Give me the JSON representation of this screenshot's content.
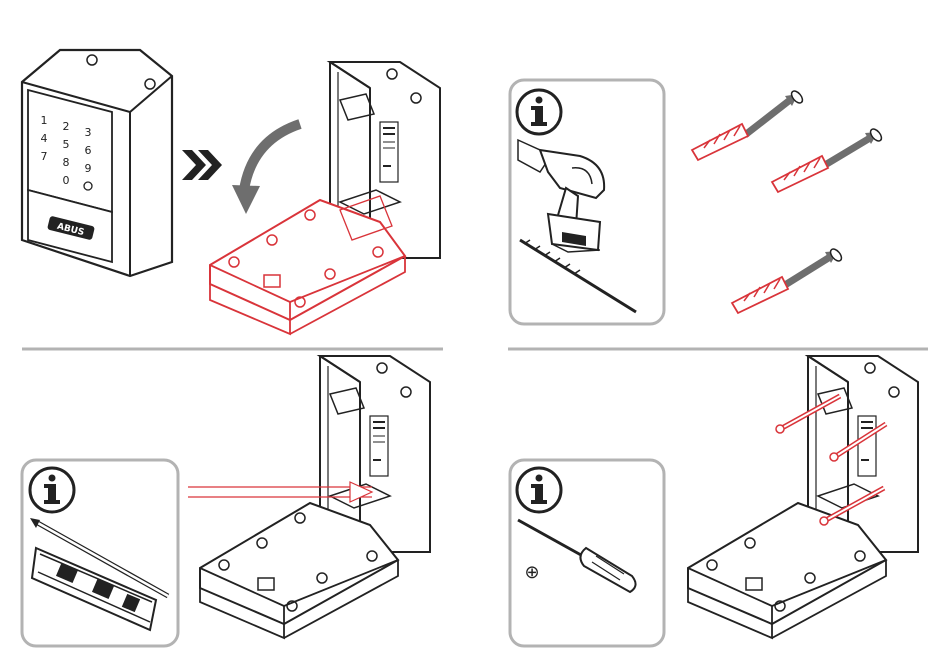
{
  "colors": {
    "line": "#222222",
    "accent_red": "#d9343a",
    "info_box_border": "#b3b3b3",
    "divider": "#b3b3b3",
    "arrow_grey": "#6e6e6e"
  },
  "keypad": {
    "keys": [
      "1",
      "2",
      "3",
      "4",
      "5",
      "6",
      "7",
      "8",
      "9",
      "0"
    ],
    "brand": "ABUS"
  },
  "transition_icon": "double-chevron-right-icon",
  "info_icon": "info-icon",
  "phillips_symbol": "⊕",
  "steps": [
    {
      "id": "open-housing",
      "icon": "curved-arrow-icon"
    },
    {
      "id": "drill-and-anchors",
      "icon": "drill-icon"
    },
    {
      "id": "mark-holes",
      "icon": "spirit-level-icon"
    },
    {
      "id": "fasten-screws",
      "icon": "screwdriver-icon"
    }
  ]
}
